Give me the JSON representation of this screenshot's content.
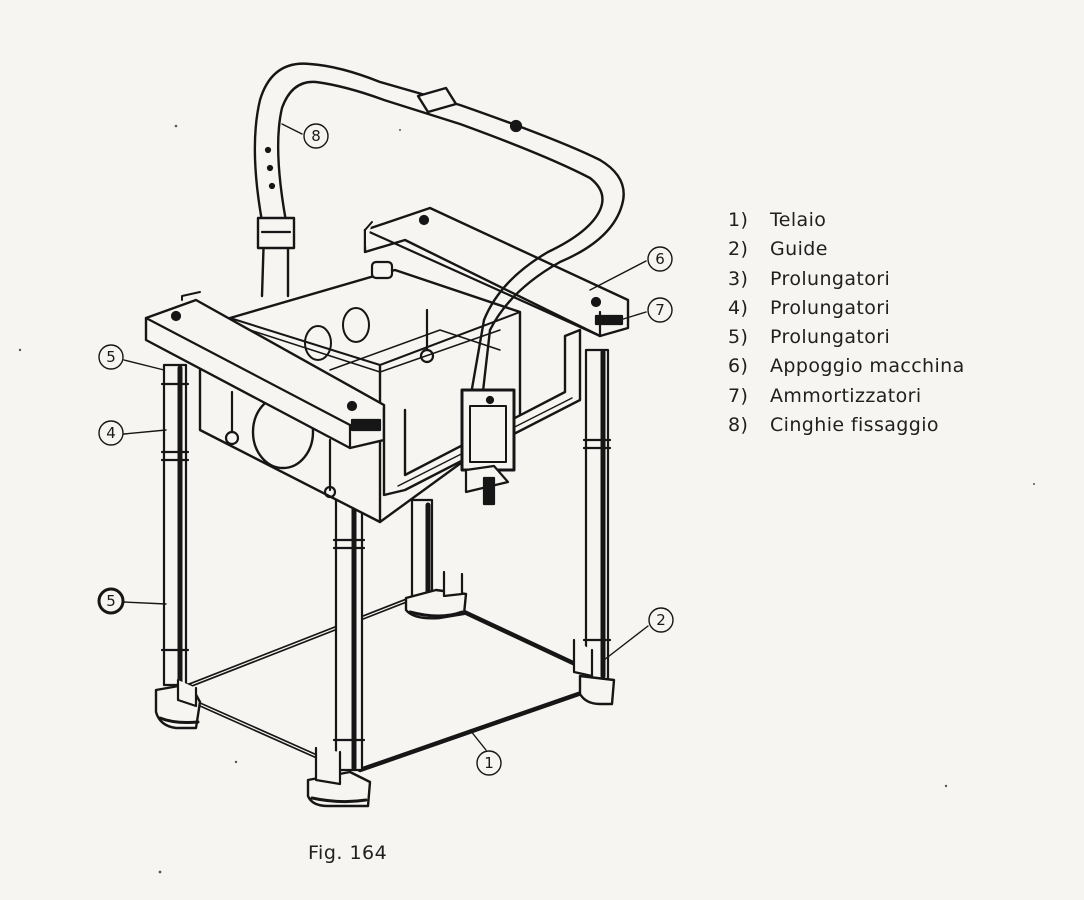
{
  "figure": {
    "caption": "Fig. 164",
    "callouts": [
      "8",
      "6",
      "7",
      "5",
      "4",
      "5",
      "2",
      "1"
    ],
    "legend": [
      {
        "num": "1)",
        "label": "Telaio"
      },
      {
        "num": "2)",
        "label": "Guide"
      },
      {
        "num": "3)",
        "label": "Prolungatori"
      },
      {
        "num": "4)",
        "label": "Prolungatori"
      },
      {
        "num": "5)",
        "label": "Prolungatori"
      },
      {
        "num": "6)",
        "label": "Appoggio macchina"
      },
      {
        "num": "7)",
        "label": "Ammortizzatori"
      },
      {
        "num": "8)",
        "label": "Cinghie fissaggio"
      }
    ]
  }
}
